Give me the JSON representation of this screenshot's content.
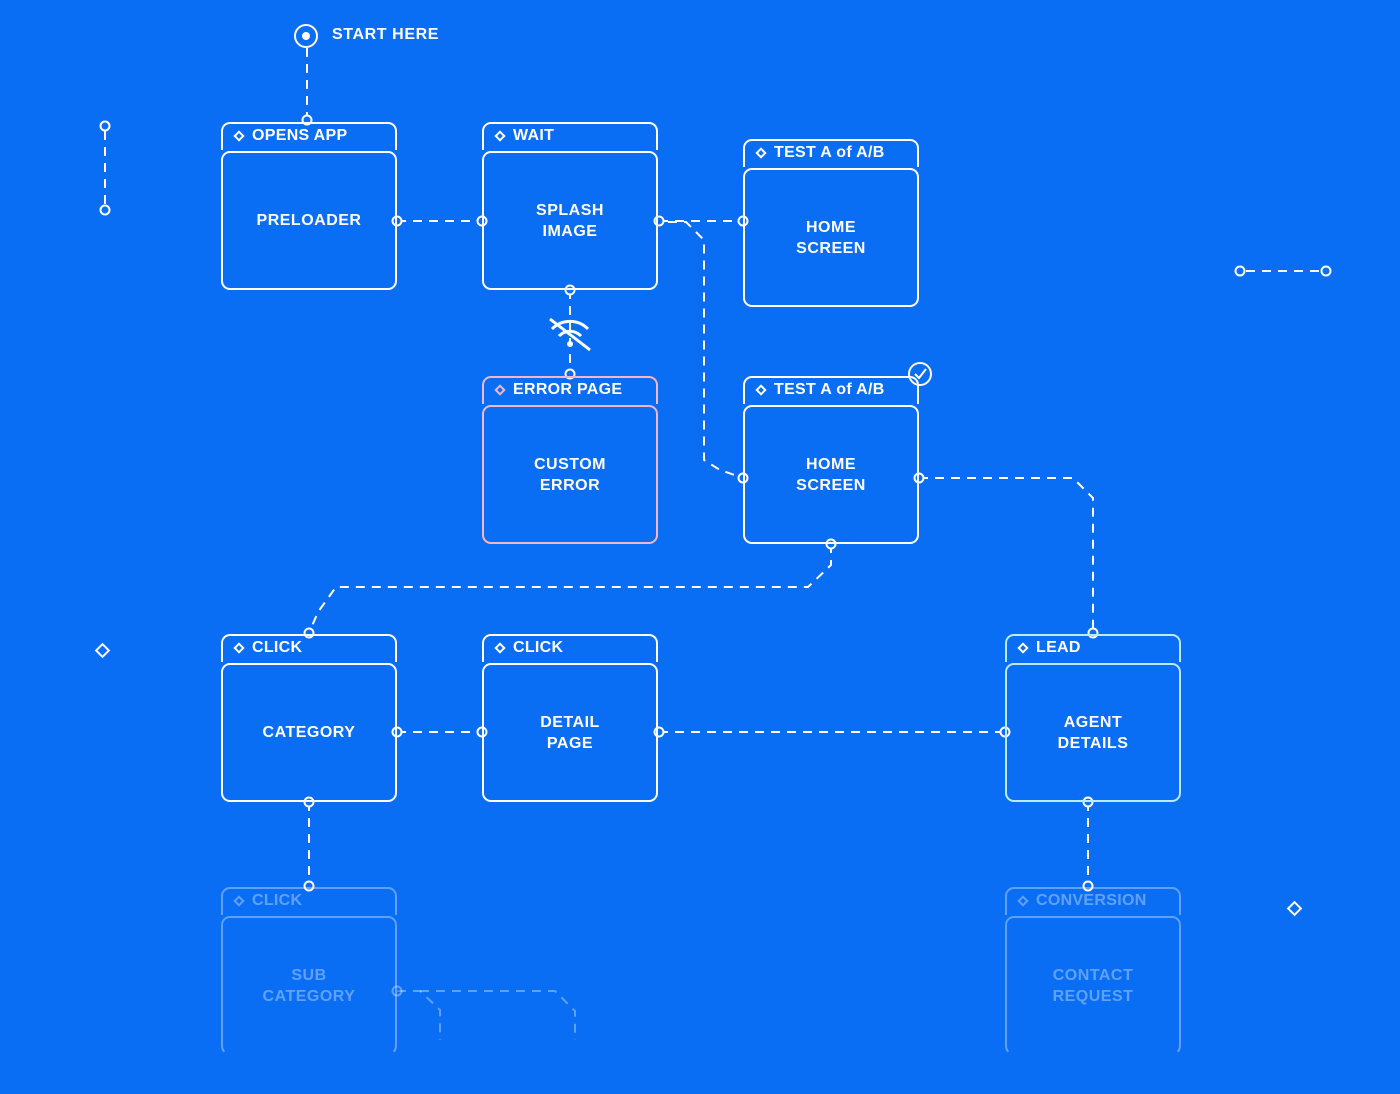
{
  "start": {
    "label": "START HERE"
  },
  "nodes": [
    {
      "id": "preloader",
      "header": "OPENS APP",
      "title": "PRELOADER",
      "variant": "normal"
    },
    {
      "id": "splash",
      "header": "WAIT",
      "title": "SPLASH\nIMAGE",
      "variant": "normal"
    },
    {
      "id": "home-a",
      "header": "TEST A of A/B",
      "title": "HOME\nSCREEN",
      "variant": "normal"
    },
    {
      "id": "error",
      "header": "ERROR PAGE",
      "title": "CUSTOM\nERROR",
      "variant": "error"
    },
    {
      "id": "home-b",
      "header": "TEST A of A/B",
      "title": "HOME\nSCREEN",
      "variant": "normal"
    },
    {
      "id": "category",
      "header": "CLICK",
      "title": "CATEGORY",
      "variant": "normal"
    },
    {
      "id": "detail",
      "header": "CLICK",
      "title": "DETAIL\nPAGE",
      "variant": "normal"
    },
    {
      "id": "agent",
      "header": "LEAD",
      "title": "AGENT\nDETAILS",
      "variant": "lead"
    },
    {
      "id": "subcategory",
      "header": "CLICK",
      "title": "SUB\nCATEGORY",
      "variant": "faded"
    },
    {
      "id": "contact",
      "header": "CONVERSION",
      "title": "CONTACT\nREQUEST",
      "variant": "faded"
    }
  ],
  "icons": {
    "start": "target-icon",
    "no_connection": "wifi-off-icon",
    "selected": "check-circle-icon",
    "header_marker": "diamond-icon"
  },
  "colors": {
    "background": "#0a6ef5",
    "line": "#ffffff",
    "error": "#f3b6c8",
    "lead": "#b9ecf0"
  }
}
